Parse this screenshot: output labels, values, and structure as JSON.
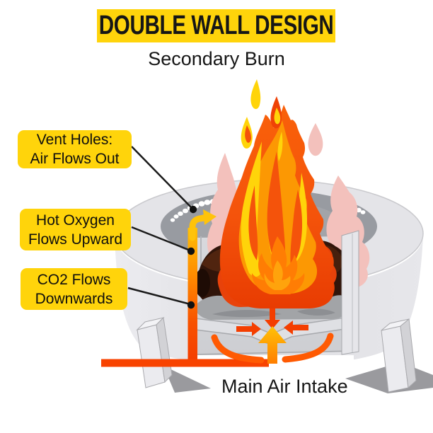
{
  "banner": {
    "label": "DOUBLE WALL DESIGN"
  },
  "subtitle": "Secondary Burn",
  "callouts": [
    {
      "line1": "Vent Holes:",
      "line2": "Air Flows Out"
    },
    {
      "line1": "Hot Oxygen",
      "line2": "Flows Upward"
    },
    {
      "line1": "CO2 Flows",
      "line2": "Downwards"
    }
  ],
  "bottom_label": "Main Air Intake",
  "colors": {
    "accent-yellow": "#FFD40B",
    "text-dark": "#161616",
    "airflow-orange": "#F84300",
    "airflow-yellow": "#FFC30A",
    "flame-outer": "#F4530B",
    "flame-mid": "#FC9803",
    "flame-core": "#FFD40A",
    "flame-back-pink": "#F3C1BC",
    "steel-light": "#E4E4E8",
    "steel-dark": "#989BA1",
    "log-brown": "#31150A"
  }
}
